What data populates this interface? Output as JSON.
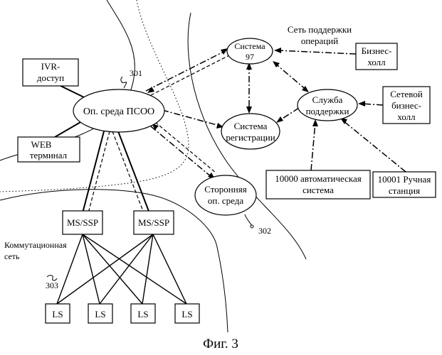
{
  "nodes": {
    "ivr": [
      "IVR-",
      "доступ"
    ],
    "web": [
      "WEB",
      "терминал"
    ],
    "psoo": "Оп. среда ПСОО",
    "system97": [
      "Система",
      "97"
    ],
    "registration": [
      "Система",
      "регистрации"
    ],
    "support": [
      "Служба",
      "поддержки"
    ],
    "business_hall": [
      "Бизнес-",
      "холл"
    ],
    "network_business_hall": [
      "Сетевой",
      "бизнес-",
      "холл"
    ],
    "auto_system": [
      "10000 автоматическая",
      "система"
    ],
    "manual_station": [
      "10001 Ручная",
      "станция"
    ],
    "third_party": [
      "Сторонняя",
      "оп. среда"
    ],
    "ms1": "MS/SSP",
    "ms2": "MS/SSP",
    "ls": [
      "LS",
      "LS",
      "LS",
      "LS"
    ]
  },
  "labels": {
    "ops_network": [
      "Сеть поддержки",
      "операций"
    ],
    "switch_network": [
      "Коммутационная",
      "сеть"
    ],
    "ref_301": "301",
    "ref_302": "302",
    "ref_303": "303"
  },
  "caption": "Фиг. 3"
}
